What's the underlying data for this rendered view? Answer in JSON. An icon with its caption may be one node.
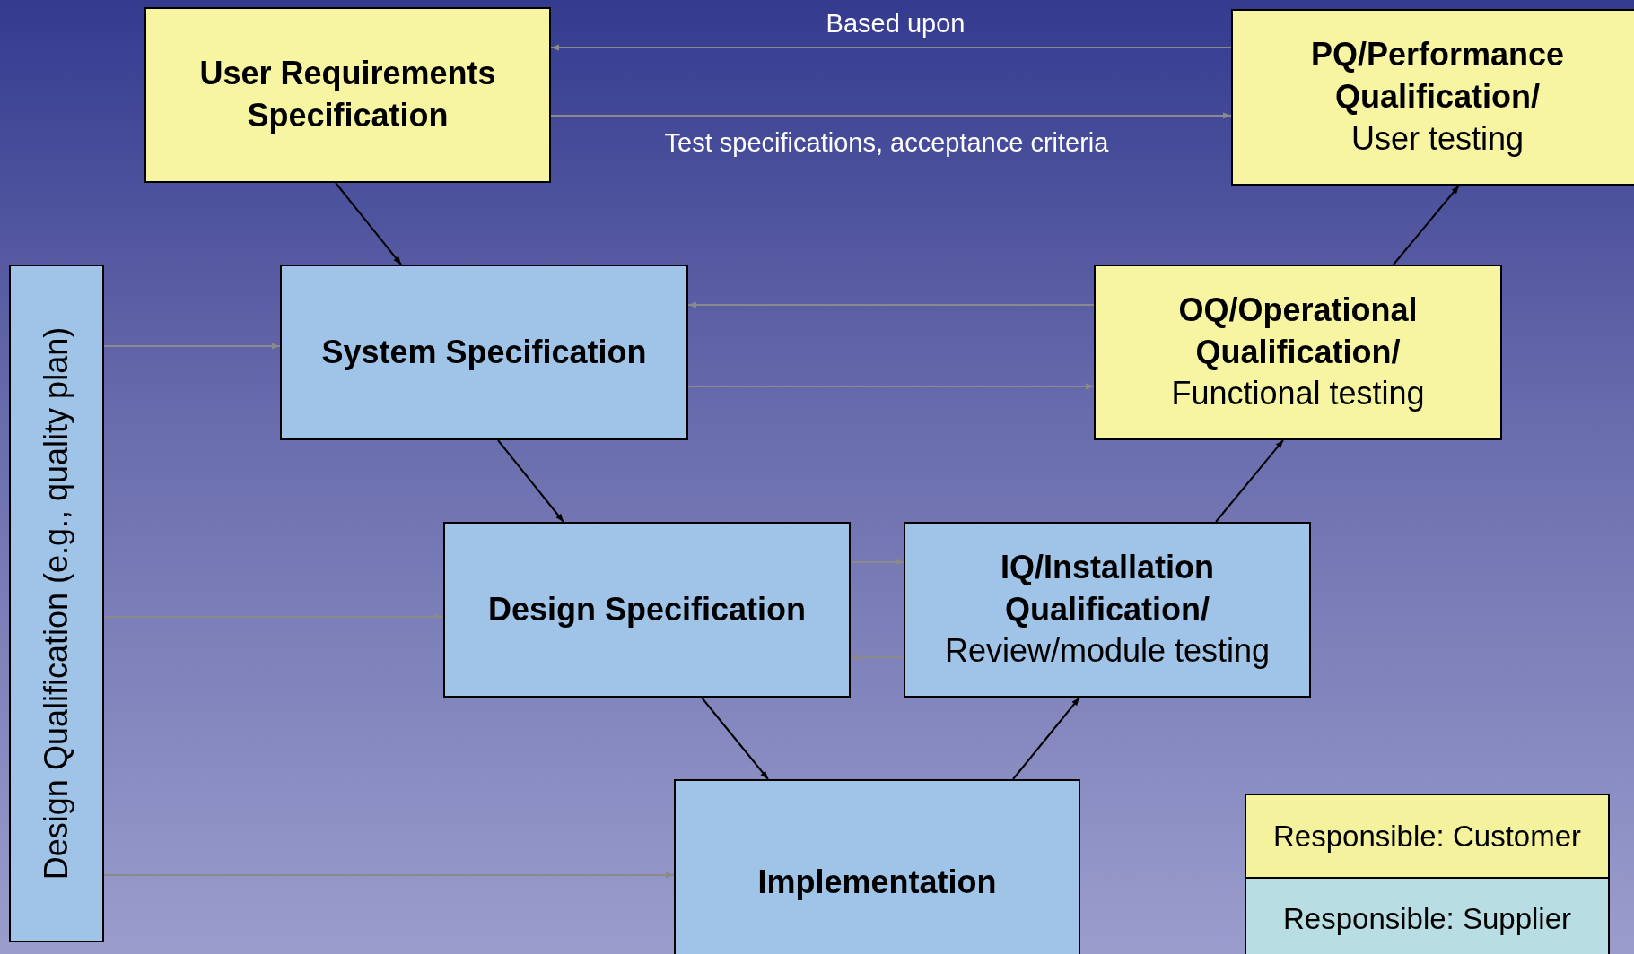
{
  "diagram": {
    "nodes": [
      {
        "text": [
          "User Requirements Specification"
        ]
      },
      {
        "text": [
          "PQ/Performance Qualification/",
          "User testing"
        ]
      },
      {
        "text": [
          "Design Qualification (e.g., quality plan)"
        ]
      },
      {
        "text": [
          "System Specification"
        ]
      },
      {
        "text": [
          "OQ/Operational Qualification/",
          "Functional testing"
        ]
      },
      {
        "text": [
          "Design Specification"
        ]
      },
      {
        "text": [
          "IQ/Installation Qualification/",
          "Review/module testing"
        ]
      },
      {
        "text": [
          "Implementation"
        ]
      }
    ],
    "edges": [
      {
        "from": 1,
        "to": 0,
        "arrow": "to",
        "label": "Based upon"
      },
      {
        "from": 0,
        "to": 1,
        "arrow": "to",
        "label": "Test specifications, acceptance criteria"
      },
      {
        "from": 0,
        "to": 3,
        "arrow": "to",
        "color": "#000000"
      },
      {
        "from": 3,
        "to": 5,
        "arrow": "to",
        "color": "#000000"
      },
      {
        "from": 5,
        "to": 7,
        "arrow": "to",
        "color": "#000000"
      },
      {
        "from": 7,
        "to": 6,
        "arrow": "to",
        "color": "#000000"
      },
      {
        "from": 6,
        "to": 4,
        "arrow": "to",
        "color": "#000000"
      },
      {
        "from": 4,
        "to": 1,
        "arrow": "to",
        "color": "#000000"
      },
      {
        "from": 4,
        "to": 3,
        "arrow": "to"
      },
      {
        "from": 3,
        "to": 4,
        "arrow": "to"
      },
      {
        "from": 5,
        "to": 6,
        "arrow": "to"
      },
      {
        "from": 6,
        "to": 5,
        "arrow": "to"
      },
      {
        "from": 2,
        "to": 3,
        "arrow": "to"
      },
      {
        "from": 2,
        "to": 5,
        "arrow": "to"
      },
      {
        "from": 2,
        "to": 7,
        "arrow": "to"
      }
    ],
    "legend": [
      {
        "text": "Responsible: Customer",
        "color": "#f5f29e"
      },
      {
        "text": "Responsible: Supplier",
        "color": "#b8dde2"
      }
    ]
  }
}
